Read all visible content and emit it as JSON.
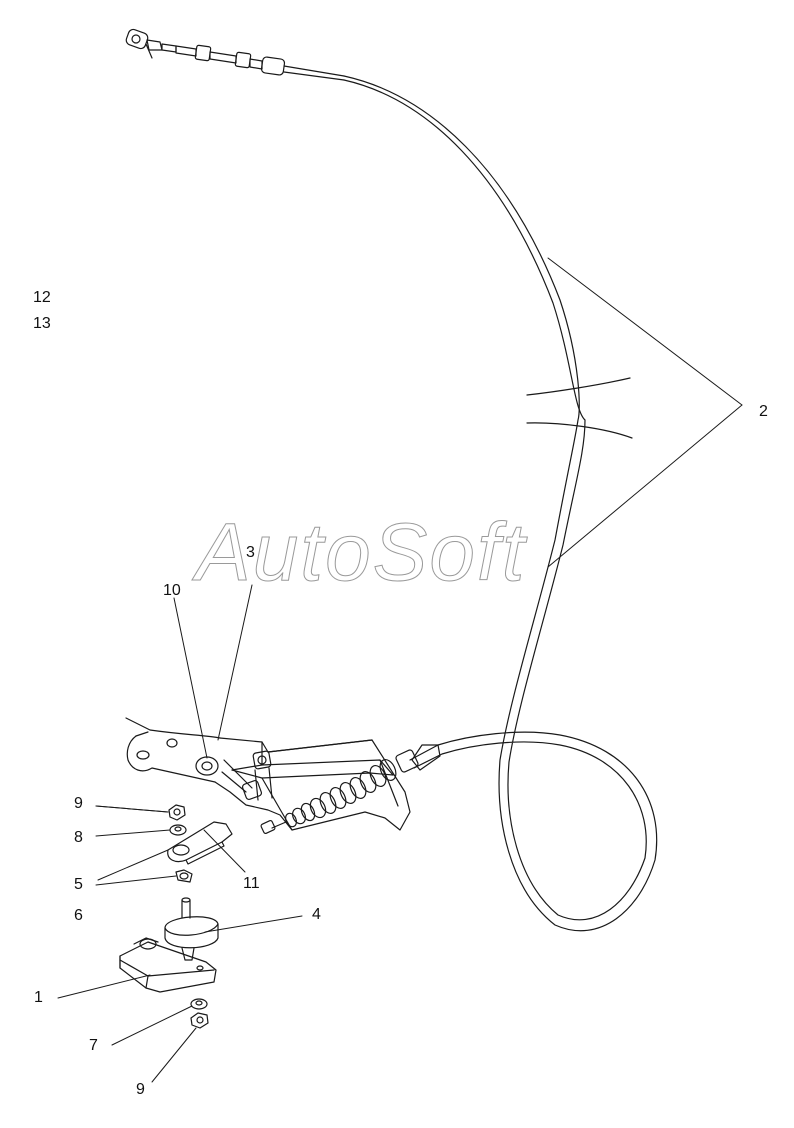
{
  "diagram": {
    "watermark": "AutoSoft",
    "stray_labels": [
      "12",
      "13"
    ],
    "callouts": [
      {
        "id": "c2",
        "text": "2"
      },
      {
        "id": "c3",
        "text": "3"
      },
      {
        "id": "c10",
        "text": "10"
      },
      {
        "id": "c9a",
        "text": "9"
      },
      {
        "id": "c8",
        "text": "8"
      },
      {
        "id": "c5",
        "text": "5"
      },
      {
        "id": "c11",
        "text": "11"
      },
      {
        "id": "c6",
        "text": "6"
      },
      {
        "id": "c4",
        "text": "4"
      },
      {
        "id": "c1",
        "text": "1"
      },
      {
        "id": "c7",
        "text": "7"
      },
      {
        "id": "c9b",
        "text": "9"
      }
    ]
  },
  "colors": {
    "line": "#1a1a1a",
    "paper": "#ffffff",
    "watermark_stroke": "#9a9a9a"
  }
}
